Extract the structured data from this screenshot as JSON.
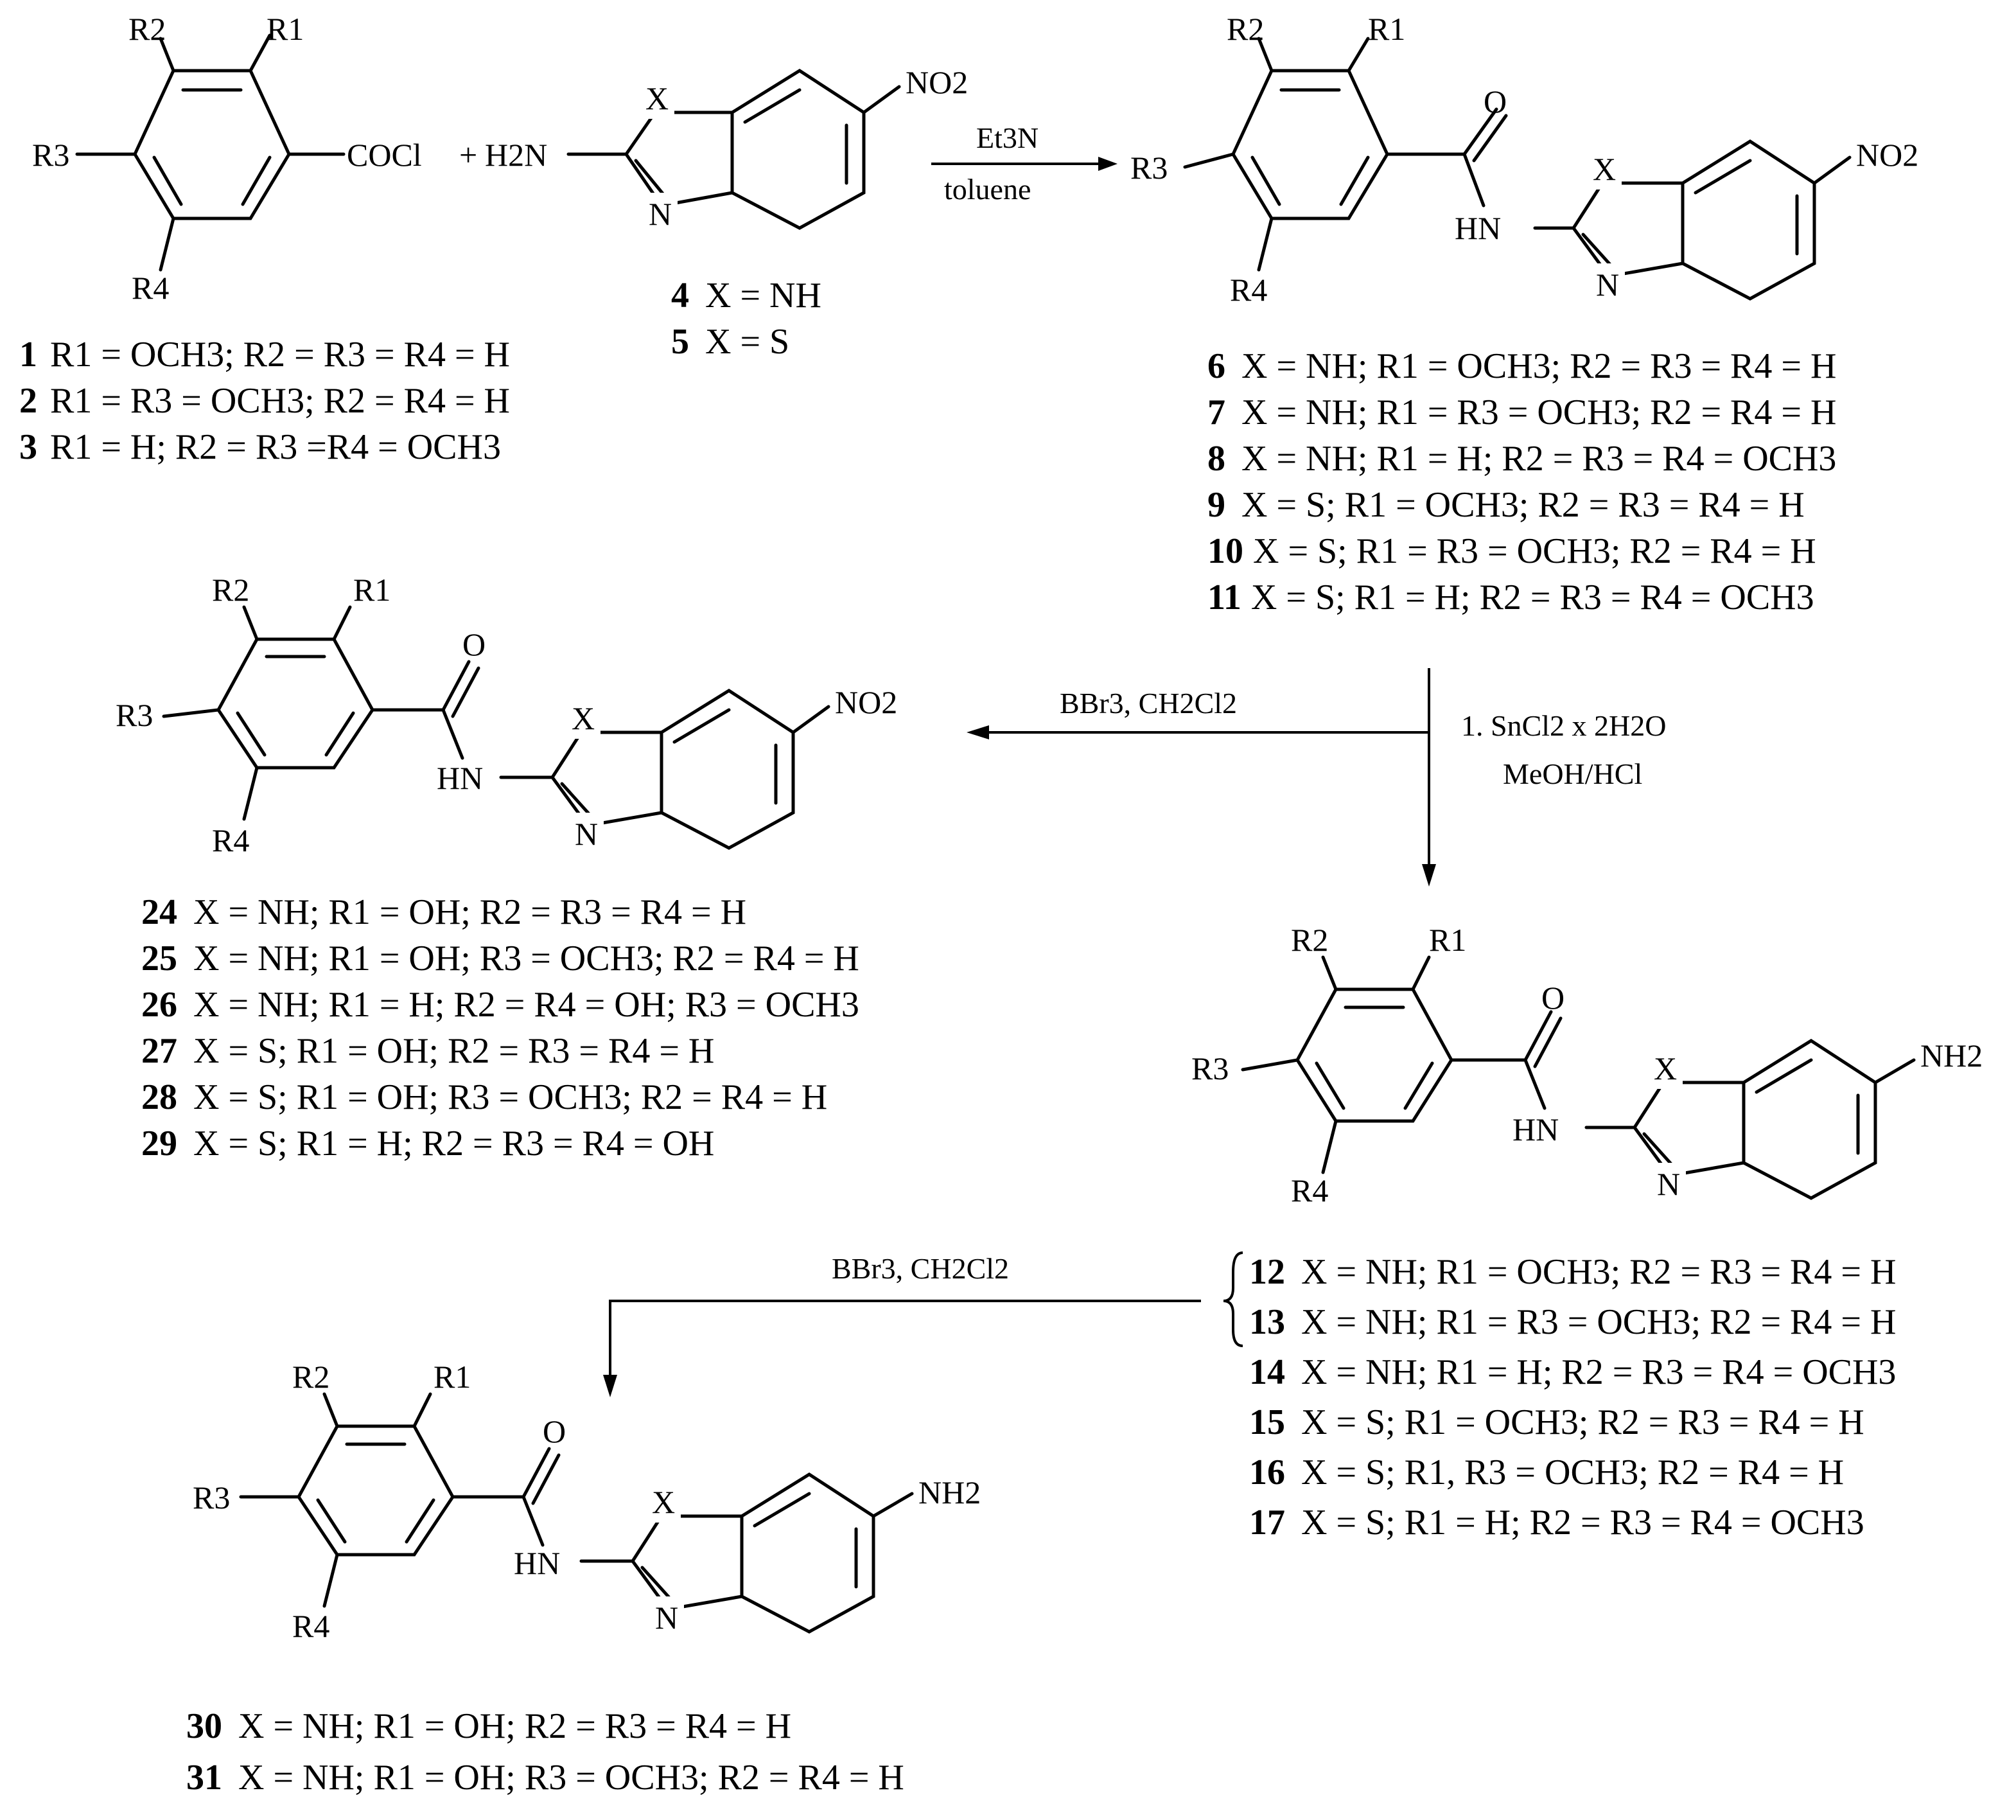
{
  "reactants": {
    "benzoyl_chloride": {
      "substituents": {
        "r1": "R1",
        "r2": "R2",
        "r3": "R3",
        "r4": "R4"
      },
      "functional_group": "COCl",
      "legend": [
        {
          "num": "1",
          "text": "R1 = OCH3; R2 = R3 = R4 = H"
        },
        {
          "num": "2",
          "text": "R1 = R3 = OCH3; R2 = R4 = H"
        },
        {
          "num": "3",
          "text": "R1 = H; R2 = R3 =R4 = OCH3"
        }
      ]
    },
    "plus_sign": "+",
    "amine": {
      "amine_group": "H2N",
      "ring_atoms": {
        "x": "X",
        "n": "N"
      },
      "substituent": "NO2",
      "legend": [
        {
          "num": "4",
          "text": "X = NH"
        },
        {
          "num": "5",
          "text": "X = S"
        }
      ]
    }
  },
  "step1": {
    "reagent_top": "Et3N",
    "reagent_bottom": "toluene"
  },
  "nitro_amides": {
    "substituents": {
      "r1": "R1",
      "r2": "R2",
      "r3": "R3",
      "r4": "R4"
    },
    "atoms": {
      "o": "O",
      "hn": "HN",
      "x": "X",
      "n": "N",
      "group": "NO2"
    },
    "legend": [
      {
        "num": "6",
        "text": "X = NH; R1 = OCH3; R2 = R3 = R4 = H"
      },
      {
        "num": "7",
        "text": "X = NH; R1 = R3 = OCH3; R2 = R4 = H"
      },
      {
        "num": "8",
        "text": "X = NH; R1 = H; R2 = R3 = R4 = OCH3"
      },
      {
        "num": "9",
        "text": "X = S; R1 = OCH3; R2 = R3 = R4 = H"
      },
      {
        "num": "10",
        "text": "X = S; R1 = R3 = OCH3; R2 = R4 = H"
      },
      {
        "num": "11",
        "text": "X = S; R1 = H; R2 = R3 = R4 = OCH3"
      }
    ]
  },
  "step_bbr3_nitro": {
    "reagent": "BBr3, CH2Cl2"
  },
  "step_reduction": {
    "reagent_line1": "1. SnCl2 x 2H2O",
    "reagent_line2": "MeOH/HCl"
  },
  "hydroxy_nitro": {
    "substituents": {
      "r1": "R1",
      "r2": "R2",
      "r3": "R3",
      "r4": "R4"
    },
    "atoms": {
      "o": "O",
      "hn": "HN",
      "x": "X",
      "n": "N",
      "group": "NO2"
    },
    "legend": [
      {
        "num": "24",
        "text": "X = NH; R1 = OH; R2 = R3 = R4 = H"
      },
      {
        "num": "25",
        "text": "X = NH; R1 = OH; R3 = OCH3; R2 = R4 = H"
      },
      {
        "num": "26",
        "text": "X = NH; R1 = H; R2 = R4 = OH; R3 = OCH3"
      },
      {
        "num": "27",
        "text": "X = S; R1 = OH; R2 = R3 = R4 = H"
      },
      {
        "num": "28",
        "text": "X = S; R1 = OH; R3 = OCH3; R2 = R4 = H"
      },
      {
        "num": "29",
        "text": "X = S; R1 = H; R2 = R3 = R4 = OH"
      }
    ]
  },
  "amino_amides": {
    "substituents": {
      "r1": "R1",
      "r2": "R2",
      "r3": "R3",
      "r4": "R4"
    },
    "atoms": {
      "o": "O",
      "hn": "HN",
      "x": "X",
      "n": "N",
      "group": "NH2"
    },
    "legend": [
      {
        "num": "12",
        "text": "X = NH; R1 = OCH3; R2 = R3 = R4 = H"
      },
      {
        "num": "13",
        "text": "X = NH; R1 = R3 = OCH3; R2 = R4 = H"
      },
      {
        "num": "14",
        "text": "X = NH; R1 = H; R2 = R3 = R4 = OCH3"
      },
      {
        "num": "15",
        "text": "X = S; R1 = OCH3; R2 = R3 = R4 = H"
      },
      {
        "num": "16",
        "text": "X = S; R1, R3 = OCH3; R2 = R4 = H"
      },
      {
        "num": "17",
        "text": "X = S; R1 = H; R2 = R3 = R4 = OCH3"
      }
    ]
  },
  "step_bbr3_amino": {
    "reagent": "BBr3, CH2Cl2"
  },
  "hydroxy_amino": {
    "substituents": {
      "r1": "R1",
      "r2": "R2",
      "r3": "R3",
      "r4": "R4"
    },
    "atoms": {
      "o": "O",
      "hn": "HN",
      "x": "X",
      "n": "N",
      "group": "NH2"
    },
    "legend": [
      {
        "num": "30",
        "text": "X = NH; R1 = OH; R2 = R3 = R4 = H"
      },
      {
        "num": "31",
        "text": "X = NH; R1 = OH; R3 = OCH3; R2 = R4 = H"
      }
    ]
  }
}
